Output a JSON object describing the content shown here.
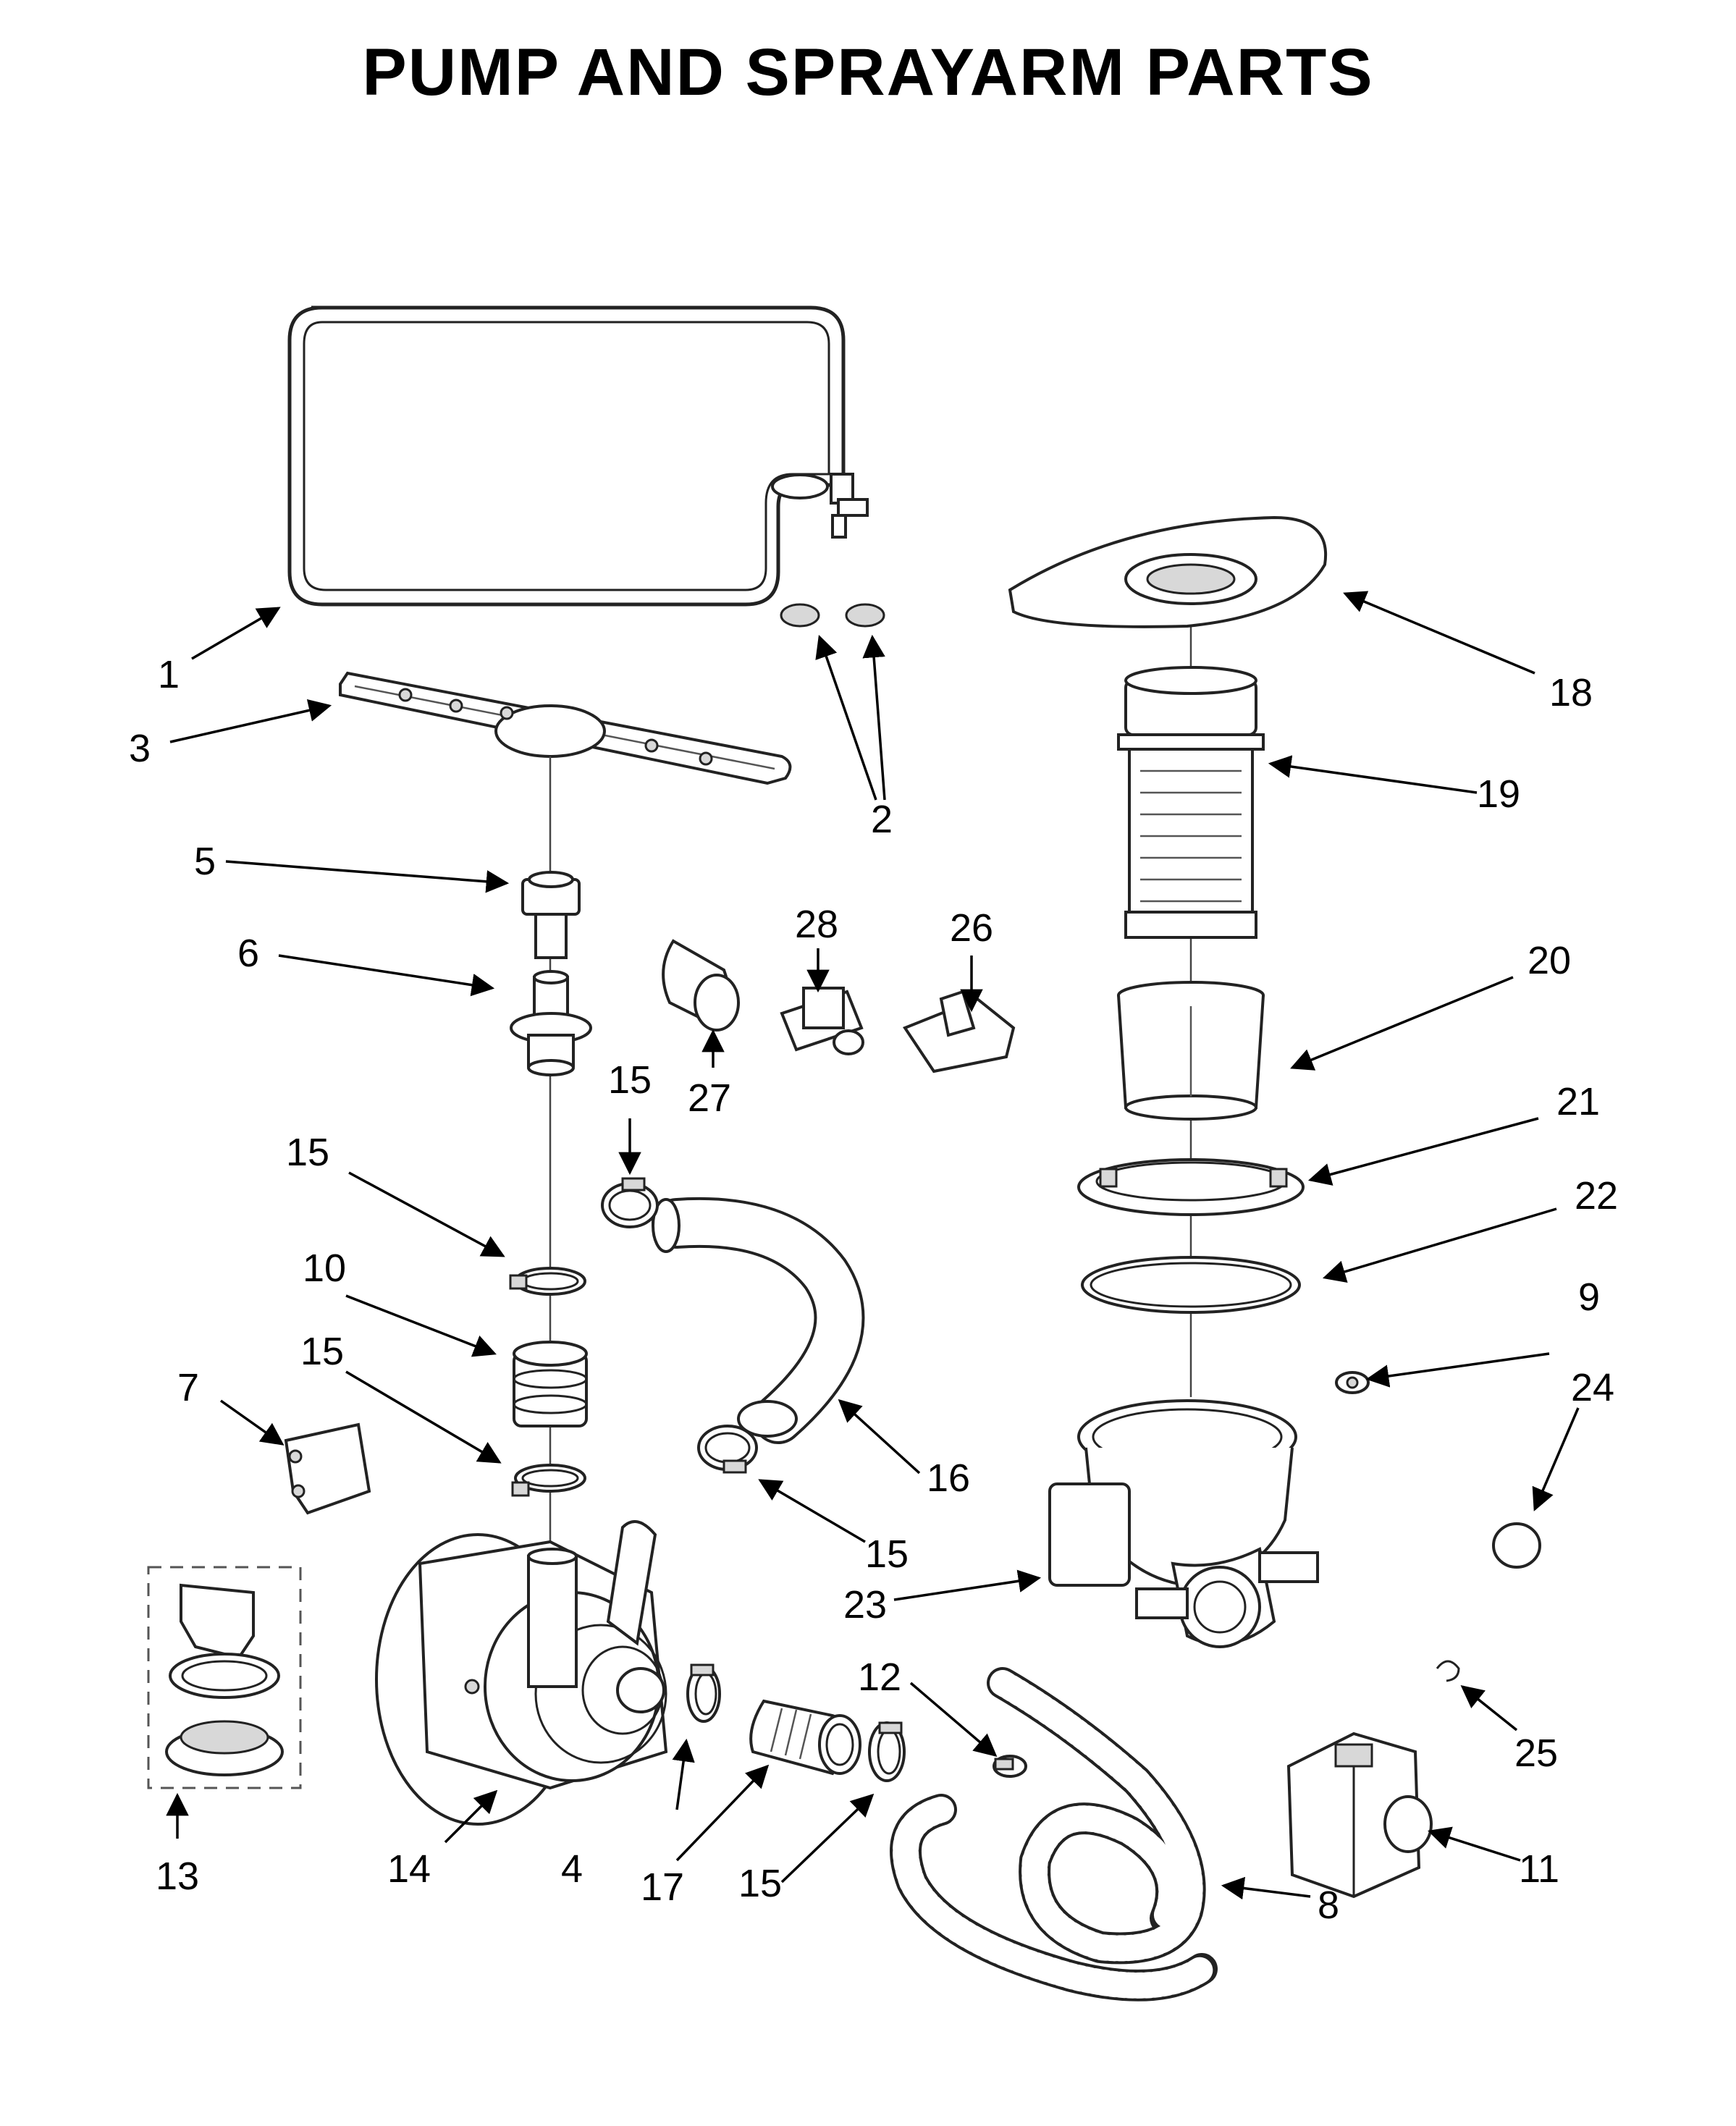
{
  "title": "PUMP AND SPRAYARM PARTS",
  "callouts": [
    "1",
    "2",
    "3",
    "4",
    "5",
    "6",
    "7",
    "8",
    "9",
    "10",
    "11",
    "12",
    "13",
    "14",
    "15",
    "15",
    "15",
    "15",
    "15",
    "16",
    "17",
    "18",
    "19",
    "20",
    "21",
    "22",
    "23",
    "24",
    "25",
    "26",
    "27",
    "28"
  ]
}
